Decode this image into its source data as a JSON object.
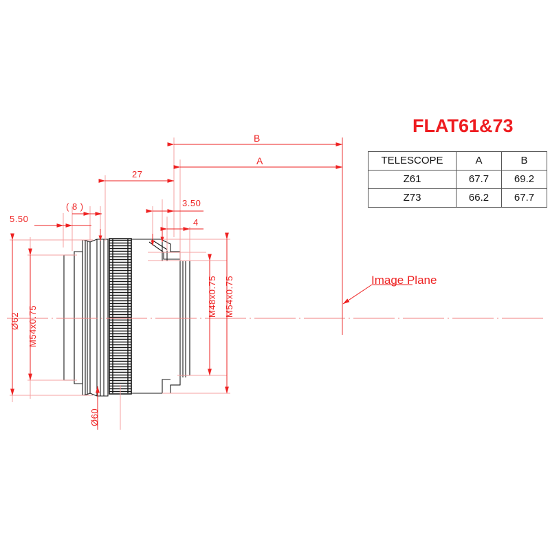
{
  "drawing": {
    "title": "FLAT61&73",
    "accent_color": "#ee1c20",
    "dimension_color": "#ee2222",
    "outline_color": "#1a1a1a",
    "background": "#ffffff"
  },
  "table": {
    "name": "telescope-spec-table",
    "headers": [
      "TELESCOPE",
      "A",
      "B"
    ],
    "rows": [
      [
        "Z61",
        "67.7",
        "69.2"
      ],
      [
        "Z73",
        "66.2",
        "67.7"
      ]
    ]
  },
  "annotations": {
    "image_plane": "Image Plane"
  },
  "dimensions": {
    "overall_b": "B",
    "overall_a": "A",
    "len_27": "27",
    "len_3_50": "3.50",
    "len_4": "4",
    "len_5_50": "5.50",
    "len_8": "( 8 )",
    "dia_62": "Ø62",
    "dia_60": "Ø60",
    "thread_m54_left": "M54x0.75",
    "thread_m48_right": "M48x0.75",
    "thread_m54_right": "M54x0.75"
  }
}
